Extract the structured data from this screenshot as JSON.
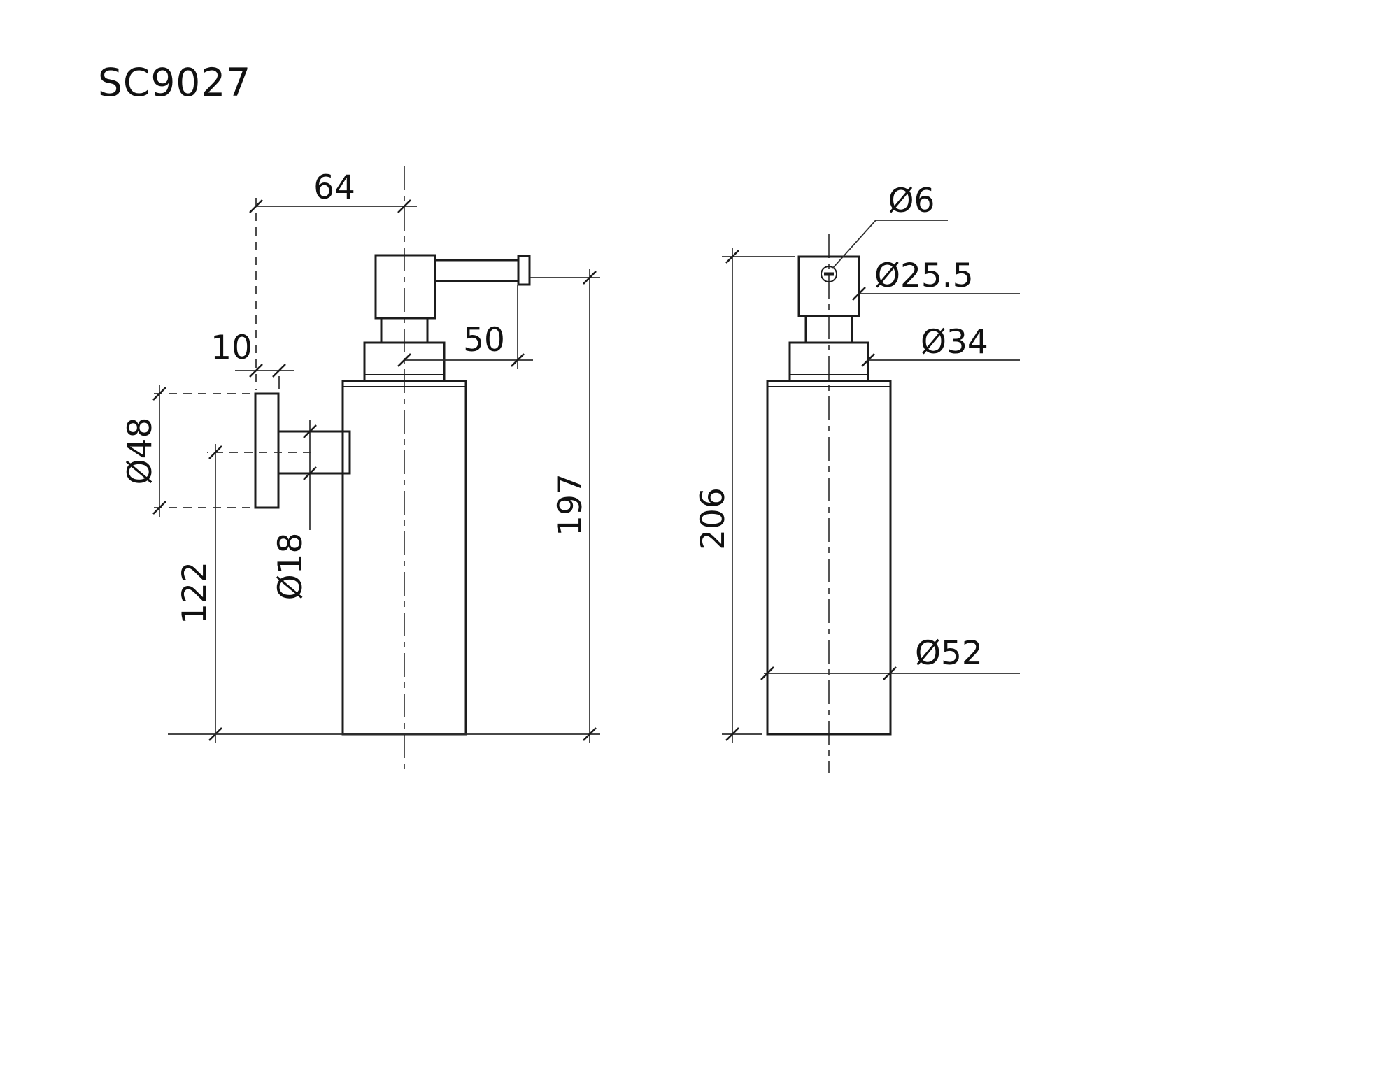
{
  "title": "SC9027",
  "side_view": {
    "wall_to_center": "64",
    "plate_thickness": "10",
    "flange_diameter": "Ø48",
    "arm_to_base_height": "122",
    "arm_diameter": "Ø18",
    "center_to_spout": "50",
    "overall_height": "197"
  },
  "front_view": {
    "nozzle_hole_diameter": "Ø6",
    "pump_head_diameter": "Ø25.5",
    "collar_diameter": "Ø34",
    "overall_height": "206",
    "body_diameter": "Ø52"
  }
}
